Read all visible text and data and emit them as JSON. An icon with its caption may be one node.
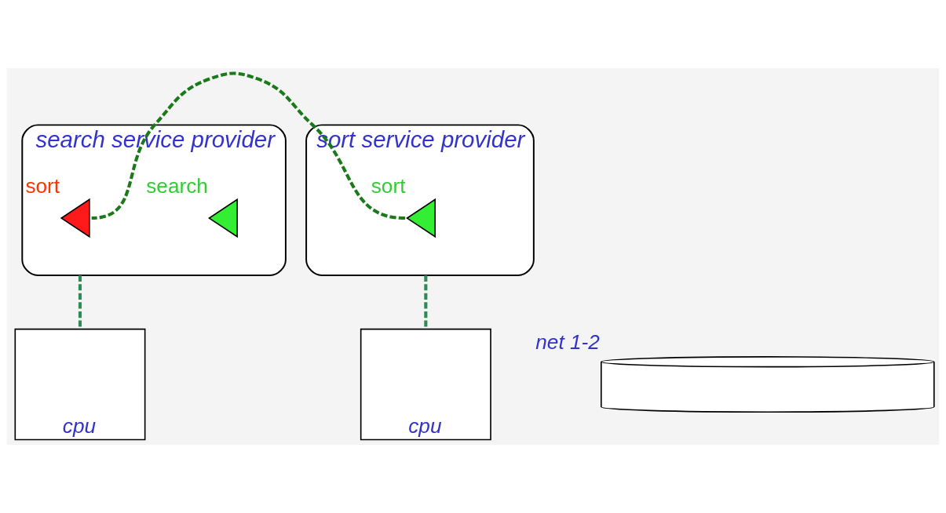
{
  "diagram": {
    "nodes": [
      {
        "text": [
          "search service provider"
        ]
      },
      {
        "text": [
          "search"
        ],
        "in": 0
      },
      {
        "text": [
          "sort"
        ],
        "in": 0
      },
      {
        "text": [
          "sort service provider"
        ]
      },
      {
        "text": [
          "sort"
        ],
        "in": 3
      },
      {
        "text": [
          "cpu"
        ]
      },
      {
        "text": [
          "net 1-2"
        ]
      },
      {
        "text": [
          "cpu"
        ]
      }
    ],
    "edges": [
      {
        "from": 4,
        "to": 2,
        "arrow": "none",
        "style": "dashed",
        "color": "#1a7a1a"
      },
      {
        "from": 0,
        "to": 5,
        "arrow": "none",
        "style": "dashed"
      },
      {
        "from": 3,
        "to": 7,
        "arrow": "none",
        "style": "dashed"
      }
    ]
  }
}
